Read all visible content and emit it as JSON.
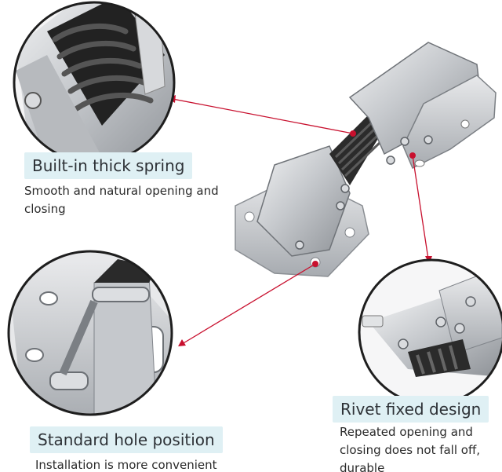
{
  "features": {
    "spring": {
      "title": "Built-in thick spring",
      "description": "Smooth and natural opening and closing"
    },
    "rivet": {
      "title": "Rivet fixed design",
      "description": "Repeated opening and closing does not fall off, durable"
    },
    "hole": {
      "title": "Standard hole position",
      "description": "Installation is more convenient"
    }
  },
  "colors": {
    "accent_line": "#c8102e",
    "label_background": "#dff0f4",
    "metal": "#c9ccd0",
    "spring": "#1a1a1a"
  },
  "icons": [
    "hinge-product-photo",
    "spring-detail-zoom",
    "rivet-detail-zoom",
    "hole-detail-zoom"
  ]
}
